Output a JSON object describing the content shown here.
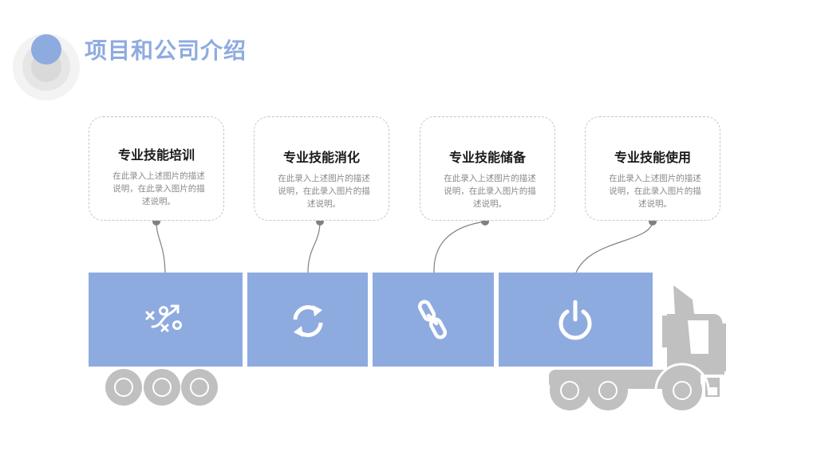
{
  "page": {
    "title": "项目和公司介绍"
  },
  "colors": {
    "accent": "#8eabe0",
    "truck": "#c0c0c0",
    "connector": "#808080",
    "card_border": "#c6c6c6"
  },
  "cards": [
    {
      "title": "专业技能培训",
      "desc": "在此录入上述图片的描述说明，在此录入图片的描述说明。",
      "icon": "strategy-icon"
    },
    {
      "title": "专业技能消化",
      "desc": "在此录入上述图片的描述说明，在此录入图片的描述说明。",
      "icon": "refresh-icon"
    },
    {
      "title": "专业技能储备",
      "desc": "在此录入上述图片的描述说明，在此录入图片的描述说明。",
      "icon": "chain-link-icon"
    },
    {
      "title": "专业技能使用",
      "desc": "在此录入上述图片的描述说明，在此录入图片的描述说明。",
      "icon": "power-icon"
    }
  ]
}
